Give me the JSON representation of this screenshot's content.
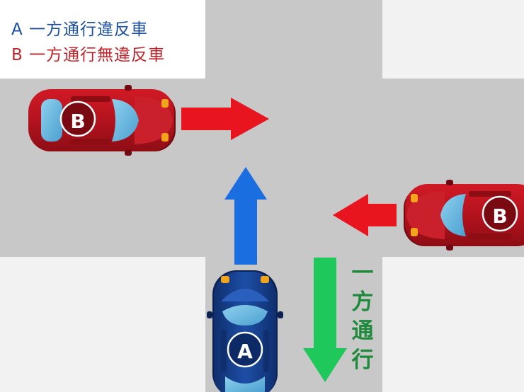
{
  "legend": {
    "a_text": "A 一方通行違反車",
    "b_text": "B 一方通行無違反車"
  },
  "oneway_chars": [
    "一",
    "方",
    "通",
    "行"
  ],
  "cars": {
    "a_label": "A",
    "b_top_label": "B",
    "b_right_label": "B"
  },
  "colors": {
    "road": "#c8c8c8",
    "block": "#f2f2f2",
    "arrow_red": "#e8141e",
    "arrow_blue": "#1a6ee0",
    "arrow_green": "#1ec85a",
    "car_red": "#b0141e",
    "car_blue": "#163f8e",
    "label_green": "#1f8a3c"
  },
  "icons": {
    "arrow_right": "arrow-right-icon",
    "arrow_left": "arrow-left-icon",
    "arrow_up": "arrow-up-icon",
    "arrow_down": "arrow-down-icon",
    "car": "car-icon"
  }
}
